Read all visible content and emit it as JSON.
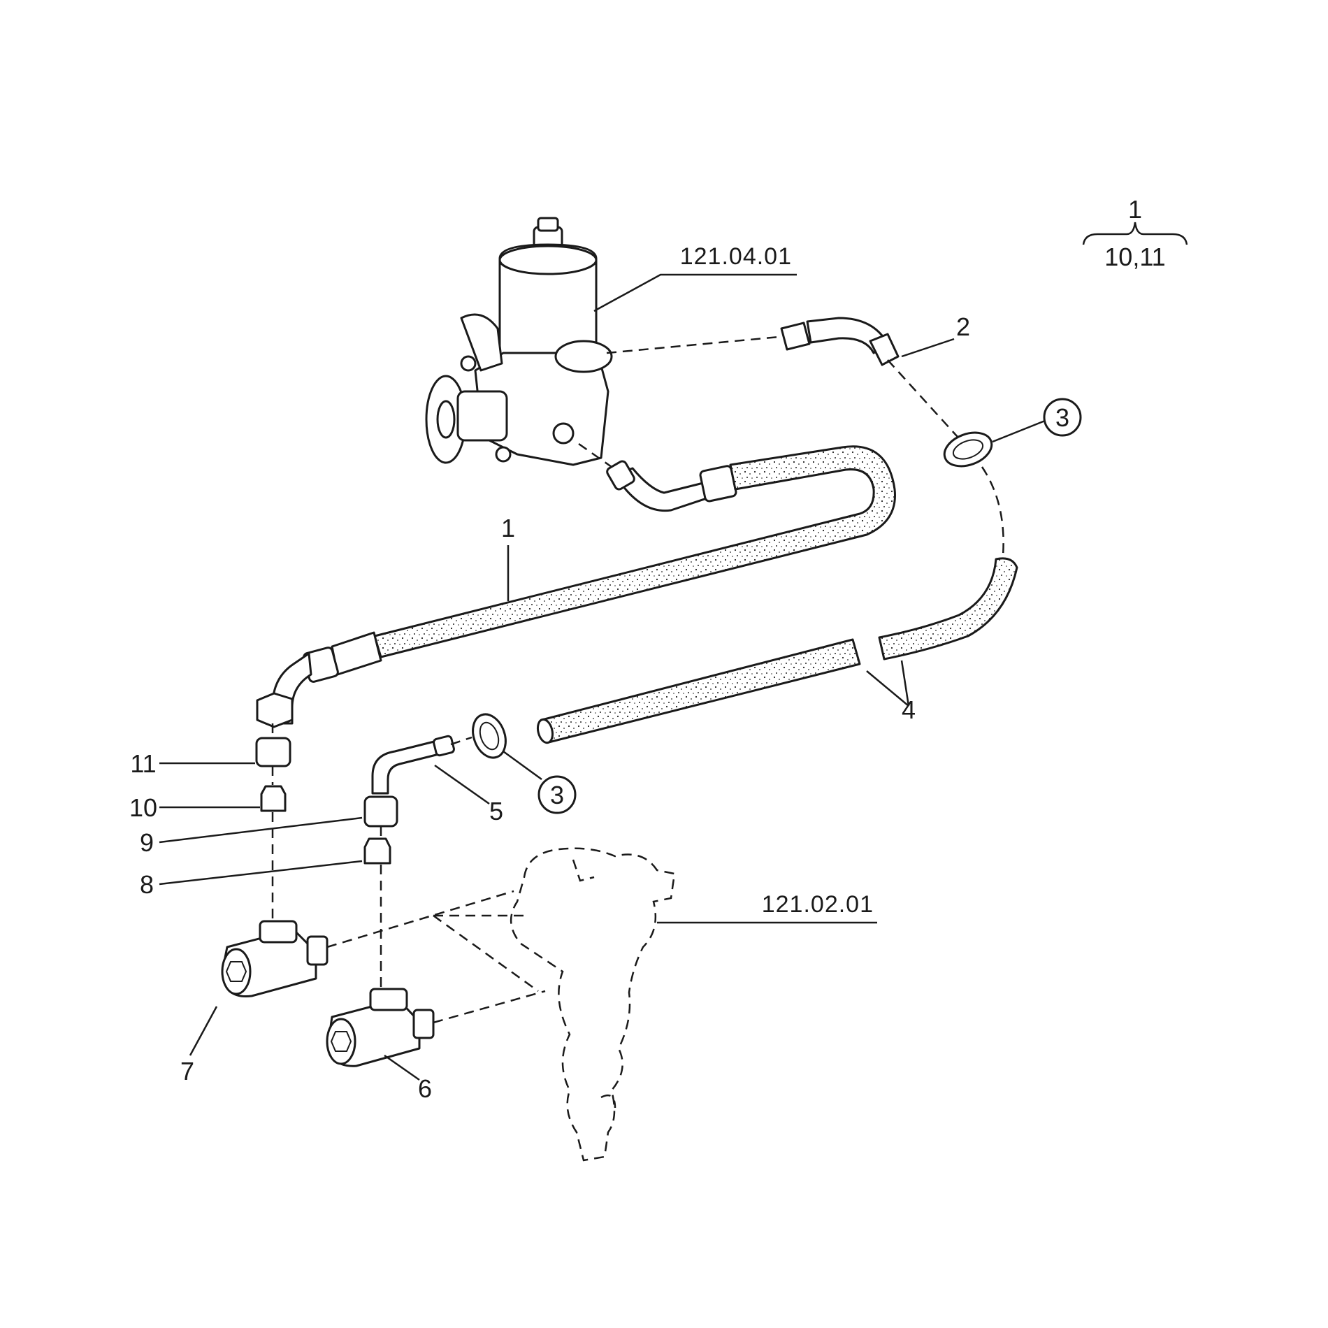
{
  "references": {
    "pump_group": "121.04.01",
    "steering_group": "121.02.01"
  },
  "set_note": {
    "top": "1",
    "bottom": "10,11"
  },
  "callouts": {
    "c1": "1",
    "c2": "2",
    "c3a": "3",
    "c3b": "3",
    "c4": "4",
    "c5": "5",
    "c6": "6",
    "c7": "7",
    "c8": "8",
    "c9": "9",
    "c10": "10",
    "c11": "11"
  }
}
